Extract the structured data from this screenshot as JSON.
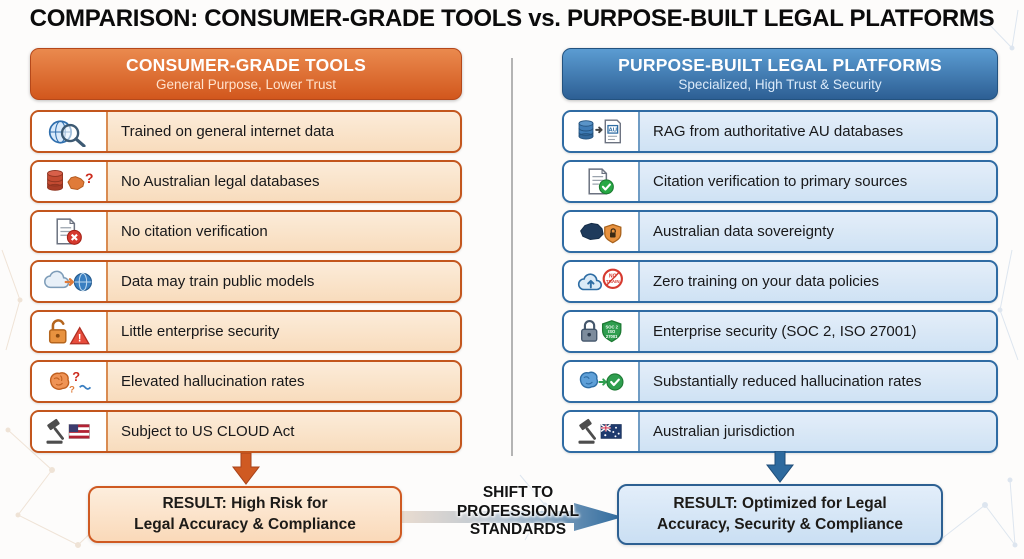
{
  "title": "COMPARISON: CONSUMER-GRADE TOOLS vs. PURPOSE-BUILT LEGAL PLATFORMS",
  "left": {
    "header": "CONSUMER-GRADE TOOLS",
    "subheader": "General Purpose, Lower Trust",
    "accent_color": "#d2571d",
    "items": [
      {
        "icon": "globe-magnifier-icon",
        "label": "Trained on general internet data"
      },
      {
        "icon": "database-australia-question-icon",
        "label": "No Australian legal databases"
      },
      {
        "icon": "document-cross-icon",
        "label": "No citation verification"
      },
      {
        "icon": "cloud-arrow-globe-icon",
        "label": "Data may train public models"
      },
      {
        "icon": "open-padlock-warning-icon",
        "label": "Little enterprise security"
      },
      {
        "icon": "brain-question-icon",
        "label": "Elevated hallucination rates"
      },
      {
        "icon": "gavel-us-flag-icon",
        "label": "Subject to US CLOUD Act"
      }
    ],
    "result": {
      "line1": "RESULT: High Risk for",
      "line2": "Legal Accuracy & Compliance"
    }
  },
  "right": {
    "header": "PURPOSE-BUILT LEGAL PLATFORMS",
    "subheader": "Specialized, High Trust & Security",
    "accent_color": "#2e6da4",
    "items": [
      {
        "icon": "database-to-au-document-icon",
        "label": "RAG from authoritative AU databases"
      },
      {
        "icon": "document-check-icon",
        "label": "Citation verification to primary sources"
      },
      {
        "icon": "australia-padlock-shield-icon",
        "label": "Australian data sovereignty"
      },
      {
        "icon": "cloud-no-train-icon",
        "label": "Zero training on your data policies"
      },
      {
        "icon": "padlock-certified-shield-icon",
        "label": "Enterprise security (SOC 2, ISO 27001)"
      },
      {
        "icon": "brain-check-icon",
        "label": "Substantially reduced hallucination rates"
      },
      {
        "icon": "gavel-australian-flag-icon",
        "label": "Australian jurisdiction"
      }
    ],
    "result": {
      "line1": "RESULT: Optimized for Legal",
      "line2": "Accuracy, Security & Compliance"
    }
  },
  "center": {
    "shift_line1": "SHIFT TO",
    "shift_line2": "PROFESSIONAL",
    "shift_line3": "STANDARDS"
  }
}
